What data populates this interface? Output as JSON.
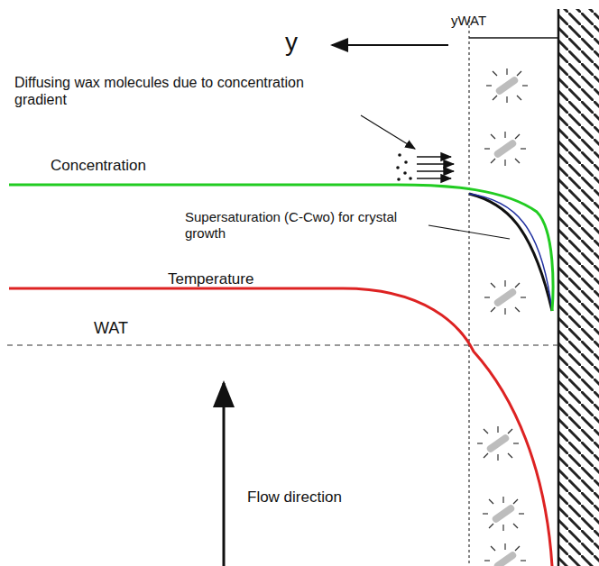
{
  "diagram": {
    "labels": [
      "y",
      "yWAT",
      "Diffusing wax molecules due to concentration gradient",
      "Concentration",
      "Supersaturation (C-Cwo) for crystal growth",
      "Temperature",
      "WAT",
      "Flow direction"
    ]
  }
}
